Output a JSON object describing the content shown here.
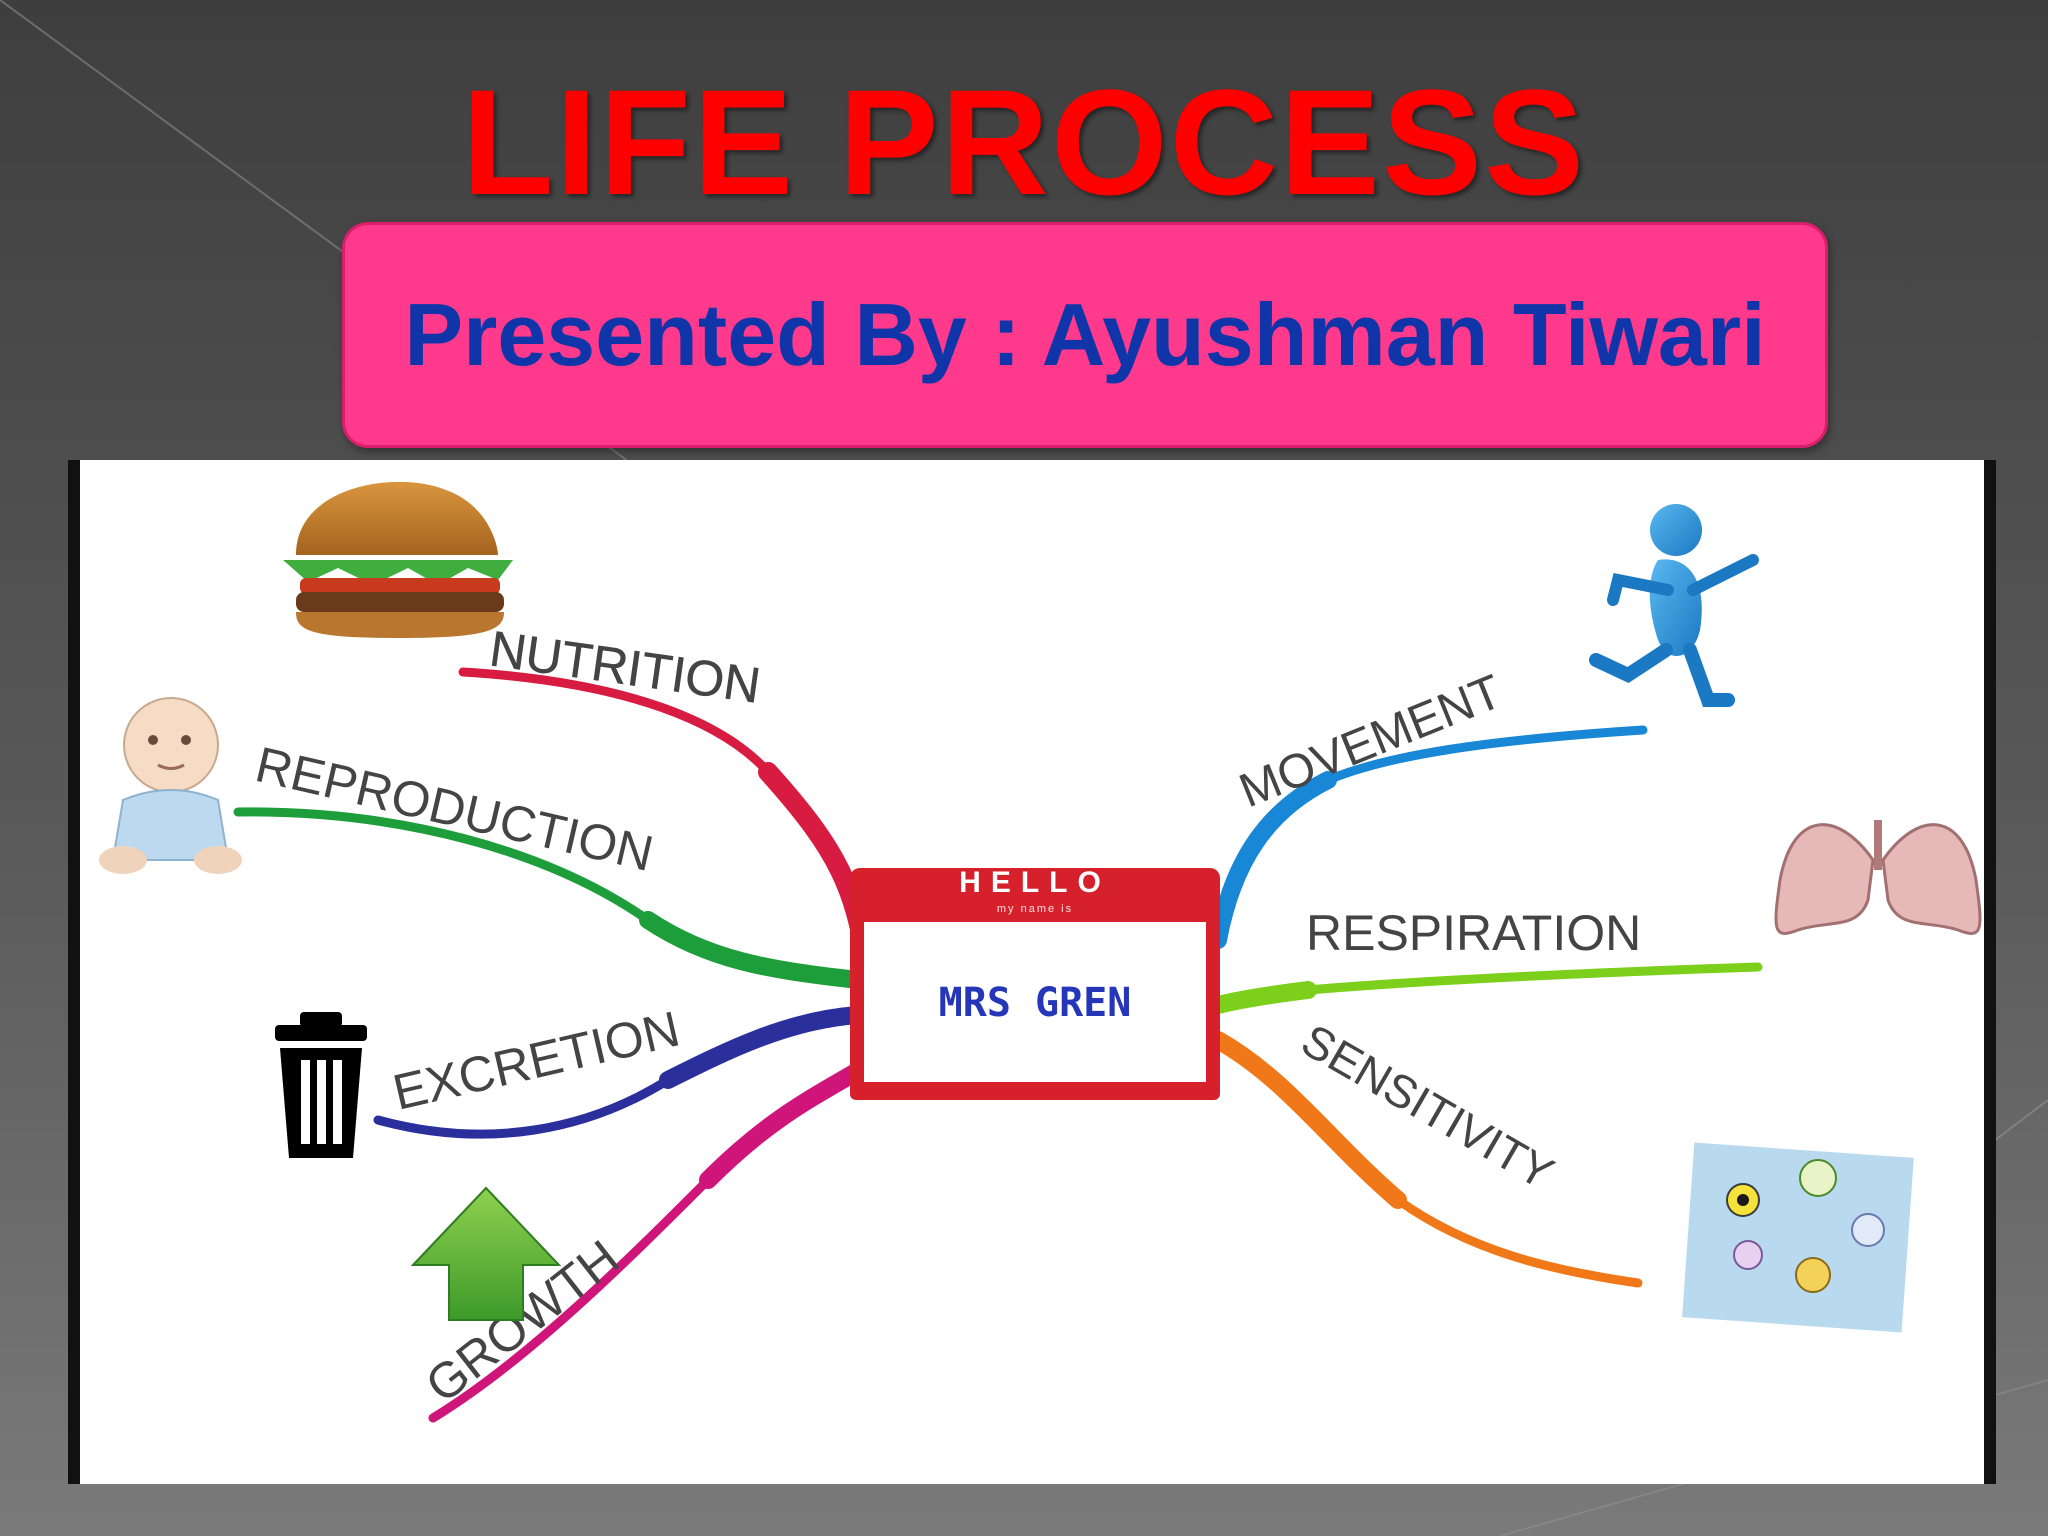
{
  "slide": {
    "title": "LIFE PROCESS",
    "presenter": "Presented By : Ayushman Tiwari"
  },
  "mindmap": {
    "center": {
      "header": "HELLO",
      "subheader": "my name is",
      "name": "MRS GREN"
    },
    "branches": [
      {
        "label": "NUTRITION",
        "color": "#d81b40",
        "icon": "burger-icon"
      },
      {
        "label": "REPRODUCTION",
        "color": "#1e9e3a",
        "icon": "baby-icon"
      },
      {
        "label": "EXCRETION",
        "color": "#2b2f9c",
        "icon": "trash-can-icon"
      },
      {
        "label": "GROWTH",
        "color": "#d0157a",
        "icon": "up-arrow-icon"
      },
      {
        "label": "MOVEMENT",
        "color": "#1787d6",
        "icon": "running-person-icon"
      },
      {
        "label": "RESPIRATION",
        "color": "#7ccf1a",
        "icon": "lungs-icon"
      },
      {
        "label": "SENSITIVITY",
        "color": "#f07818",
        "icon": "senses-icon"
      }
    ]
  },
  "colors": {
    "title": "#ff0000",
    "presenter_box": "#ff3a8c",
    "presenter_text": "#1035a8",
    "nametag_red": "#d6202c",
    "nametag_text": "#2536b8"
  }
}
